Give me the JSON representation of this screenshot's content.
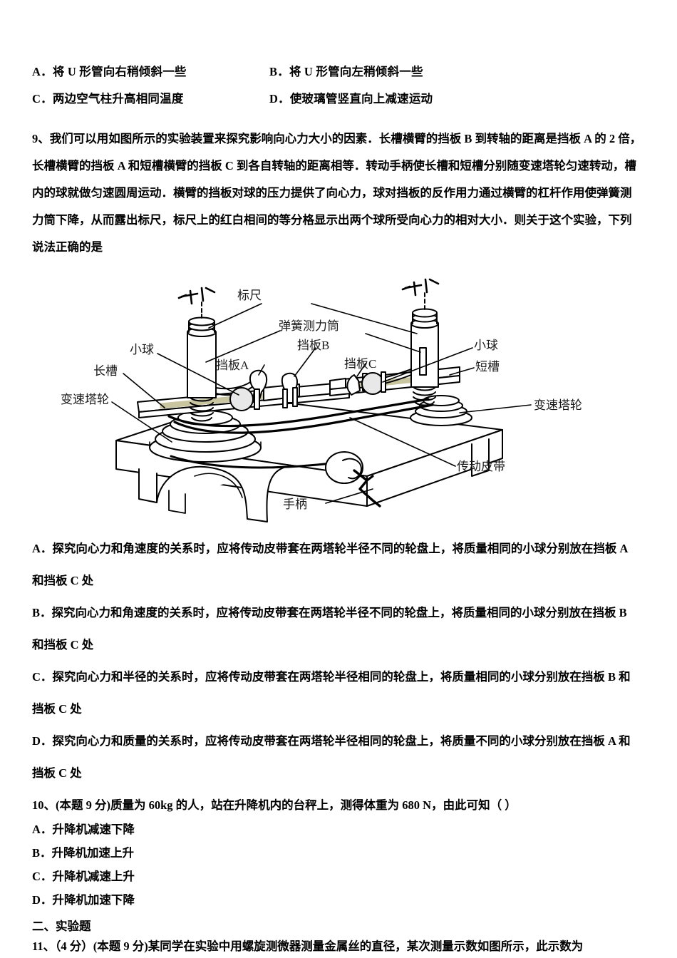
{
  "document": {
    "kind": "physics-exam-page",
    "language": "zh-CN"
  },
  "prev_question_options": {
    "a_label": "A．",
    "a_text": "将 U 形管向右稍倾斜一些",
    "b_label": "B．",
    "b_text": "将 U 形管向左稍倾斜一些",
    "c_label": "C．",
    "c_text": "两边空气柱升高相同温度",
    "d_label": "D．",
    "d_text": "使玻璃管竖直向上减速运动"
  },
  "question9": {
    "number": "9、",
    "stem_lines": [
      "我们可以用如图所示的实验装置来探究影响向心力大小的因素．长槽横臂的挡板 B 到转轴的距离是挡板 A 的 2 倍，",
      "长槽横臂的挡板 A 和短槽横臂的挡板 C 到各自转轴的距离相等．转动手柄使长槽和短槽分别随变速塔轮匀速转动，槽",
      "内的球就做匀速圆周运动．横臂的挡板对球的压力提供了向心力，球对挡板的反作用力通过横臂的杠杆作用使弹簧测",
      "力筒下降，从而露出标尺，标尺上的红白相间的等分格显示出两个球所受向心力的相对大小．则关于这个实验，下列",
      "说法正确的是"
    ],
    "options": [
      {
        "label": "A．",
        "line1": "探究向心力和角速度的关系时，应将传动皮带套在两塔轮半径不同的轮盘上，将质量相同的小球分别放在挡板 A",
        "line2": "和挡板 C 处"
      },
      {
        "label": "B．",
        "line1": "探究向心力和角速度的关系时，应将传动皮带套在两塔轮半径不同的轮盘上，将质量相同的小球分别放在挡板 B",
        "line2": "和挡板 C 处"
      },
      {
        "label": "C．",
        "line1": "探究向心力和半径的关系时，应将传动皮带套在两塔轮半径相同的轮盘上，将质量相同的小球分别放在挡板 B 和",
        "line2": "挡板 C 处"
      },
      {
        "label": "D．",
        "line1": "探究向心力和质量的关系时，应将传动皮带套在两塔轮半径相同的轮盘上，将质量不同的小球分别放在挡板 A 和",
        "line2": "挡板 C 处"
      }
    ]
  },
  "figure": {
    "caption_labels": {
      "ruler": "标尺",
      "spring_dynamometer": "弹簧测力筒",
      "ball_left": "小球",
      "ball_right": "小球",
      "baffle_a": "挡板A",
      "baffle_b": "挡板B",
      "baffle_c": "挡板C",
      "long_groove": "长槽",
      "short_groove": "短槽",
      "tower_pulley_left": "变速塔轮",
      "tower_pulley_right": "变速塔轮",
      "drive_belt": "传动皮带",
      "handle": "手柄"
    },
    "colors": {
      "groove_fill": "#c9c5a0",
      "ball_fill": "#e8e8e8",
      "stroke": "#000000",
      "body_fill": "#ffffff"
    }
  },
  "question10": {
    "number": "10、",
    "score_tag": "(本题 9 分)",
    "stem": "质量为 60kg 的人，站在升降机内的台秤上，测得体重为 680 N，由此可知（   ）",
    "options": [
      {
        "label": "A．",
        "text": "升降机减速下降"
      },
      {
        "label": "B．",
        "text": "升降机加速上升"
      },
      {
        "label": "C．",
        "text": "升降机减速上升"
      },
      {
        "label": "D．",
        "text": "升降机加速下降"
      }
    ]
  },
  "section2": {
    "title": "二、实验题",
    "question11": {
      "number": "11、",
      "points": "（4 分）",
      "score_tag": "(本题 9 分)",
      "stem": "某同学在实验中用螺旋测微器测量金属丝的直径，某次测量示数如图所示，此示数为"
    }
  }
}
